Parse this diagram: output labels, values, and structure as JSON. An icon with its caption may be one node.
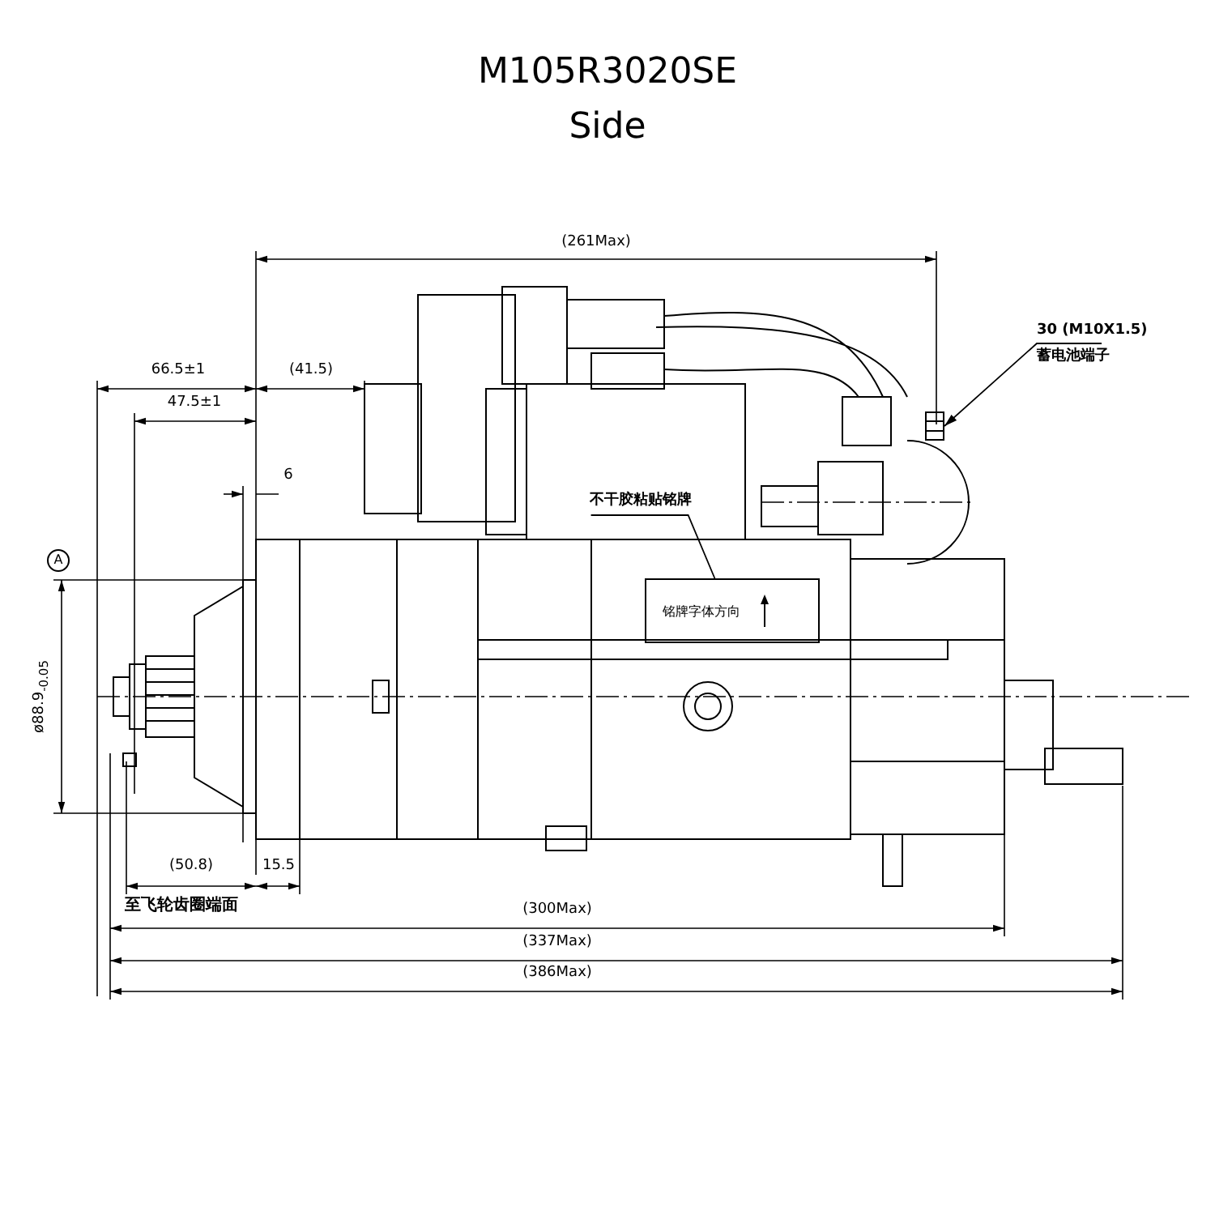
{
  "diagram": {
    "title": "M105R3020SE",
    "caption": "Side",
    "nodes": [
      {
        "text": [
          "30 (M10X1.5)",
          "蓄电池端子"
        ]
      },
      {
        "text": [],
        "shape": "picture"
      },
      {
        "text": [
          "不干胶粘贴铭牌"
        ]
      },
      {
        "text": [
          "铭牌字体方向"
        ]
      }
    ],
    "edges": [
      {
        "from": 0,
        "to": 1,
        "arrow": "to"
      },
      {
        "from": 2,
        "to": 3,
        "arrow": "none"
      }
    ],
    "labels": [
      "(261Max)",
      "66.5±1",
      "(41.5)",
      "47.5±1",
      "6",
      "A",
      "ø88.9$_{-0.05}$",
      "(50.8)",
      "15.5",
      "至飞轮齿圈端面",
      "(300Max)",
      "(337Max)",
      "(386Max)"
    ]
  }
}
